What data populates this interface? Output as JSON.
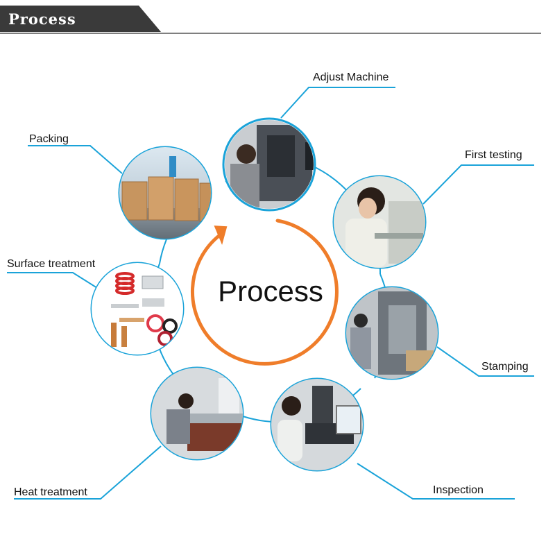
{
  "header": {
    "title": "Process"
  },
  "center": {
    "title": "Process"
  },
  "steps": [
    {
      "id": "adjust",
      "label": "Adjust Machine"
    },
    {
      "id": "first-testing",
      "label": "First testing"
    },
    {
      "id": "stamping",
      "label": "Stamping"
    },
    {
      "id": "inspection",
      "label": "Inspection"
    },
    {
      "id": "heat",
      "label": "Heat treatment"
    },
    {
      "id": "surface",
      "label": "Surface treatment"
    },
    {
      "id": "packing",
      "label": "Packing"
    }
  ],
  "colors": {
    "accent_blue": "#1aa3d9",
    "arrow_orange": "#ef7d2a",
    "header_dark": "#3a3a3a"
  }
}
